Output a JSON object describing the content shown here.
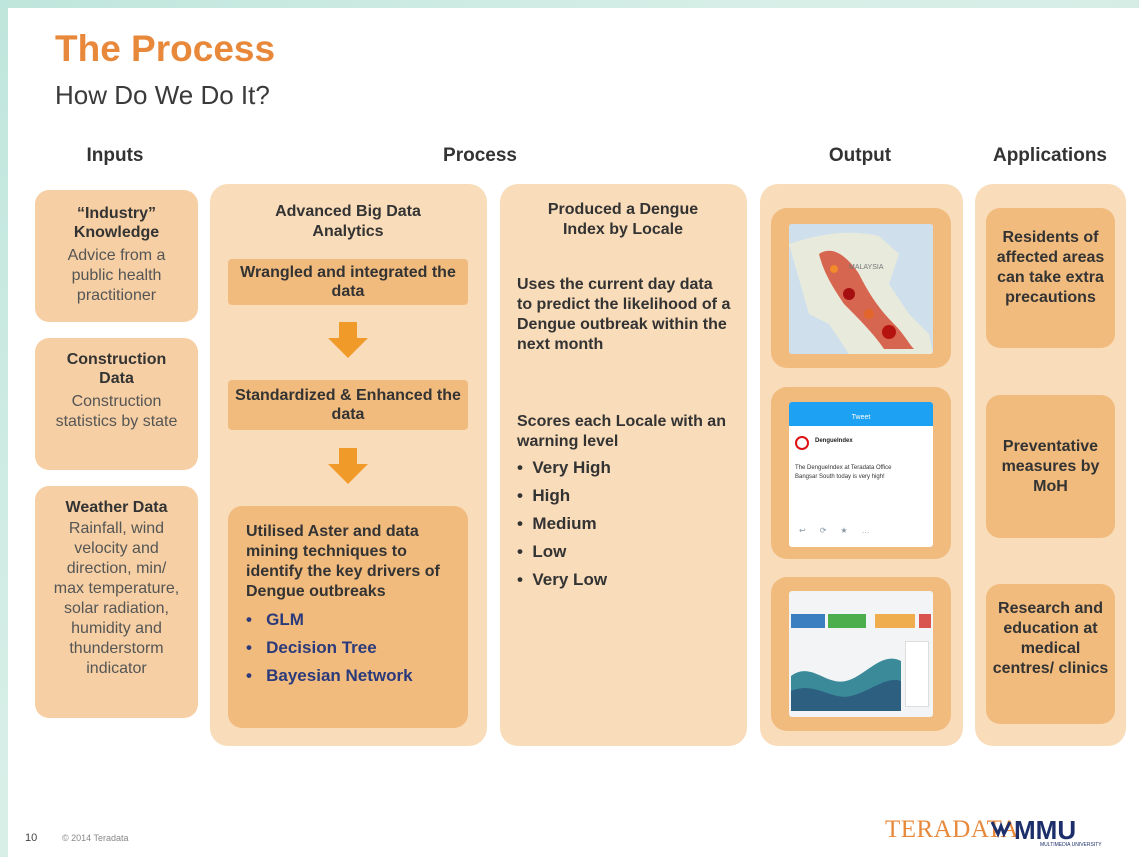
{
  "title": "The Process",
  "subtitle": "How Do We Do It?",
  "columns": {
    "inputs": "Inputs",
    "process": "Process",
    "output": "Output",
    "applications": "Applications"
  },
  "inputs": [
    {
      "title": "“Industry” Knowledge",
      "desc": "Advice from a public health practitioner"
    },
    {
      "title": "Construction Data",
      "desc": "Construction statistics by state"
    },
    {
      "title": "Weather Data",
      "desc": "Rainfall, wind velocity and direction, min/ max temperature, solar radiation, humidity and thunderstorm indicator"
    }
  ],
  "process": {
    "analytics_title": "Advanced Big Data Analytics",
    "step1": "Wrangled and integrated the data",
    "step2": "Standardized & Enhanced the data",
    "step3": "Utilised Aster and data mining techniques to identify the key drivers of Dengue outbreaks",
    "techniques": [
      "GLM",
      "Decision Tree",
      "Bayesian Network"
    ],
    "index_title": "Produced a Dengue Index by Locale",
    "index_desc": "Uses the current day data to predict the likelihood of a Dengue outbreak within the next month",
    "scores_desc": "Scores each Locale with an warning level",
    "levels": [
      "Very High",
      "High",
      "Medium",
      "Low",
      "Very Low"
    ]
  },
  "output": {
    "map_label": "MALAYSIA",
    "tweet_header": "Tweet",
    "tweet_account": "DengueIndex",
    "tweet_text": "The DengueIndex at Teradata Office Bangsar South today is very high!"
  },
  "applications": [
    "Residents of affected areas can take extra precautions",
    "Preventative measures by MoH",
    "Research and education at medical centres/ clinics"
  ],
  "footer": {
    "page": "10",
    "copyright": "© 2014 Teradata",
    "logo_teradata": "TERADATA",
    "logo_mmu": "MMU",
    "logo_mmu_sub": "MULTIMEDIA UNIVERSITY"
  },
  "colors": {
    "accent": "#e8883a",
    "panel": "#f9dcb9",
    "box": "#f6d0a4",
    "bar": "#f1bb7e",
    "arrow": "#f09a2a",
    "bullet_blue": "#2b3a7a"
  }
}
